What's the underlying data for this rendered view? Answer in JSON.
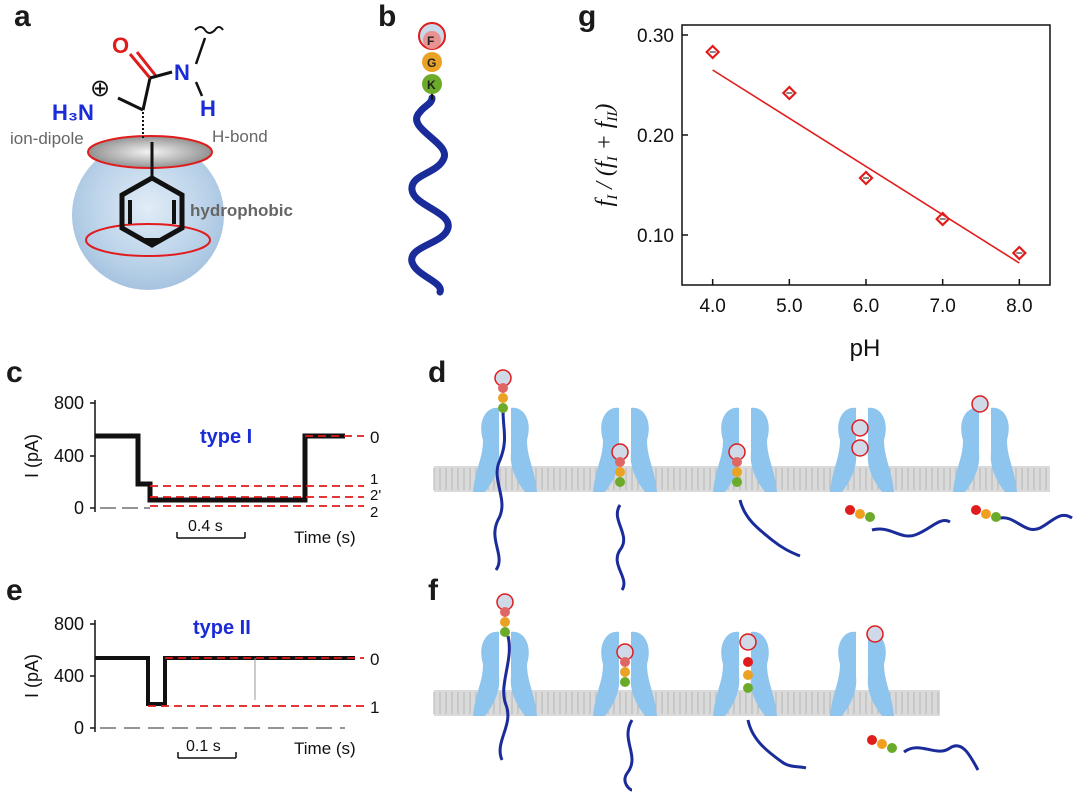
{
  "panels": {
    "a": {
      "letter": "a",
      "labels": {
        "o": "O",
        "n": "N",
        "h": "H",
        "h3n": "H₃N",
        "plus": "⊕",
        "ion_dipole": "ion-dipole",
        "h_bond": "H-bond",
        "hydrophobic": "hydrophobic"
      }
    },
    "b": {
      "letter": "b",
      "beads": [
        "F",
        "G",
        "K"
      ]
    },
    "c": {
      "letter": "c",
      "type_label": "type I",
      "ylabel": "I (pA)",
      "yticks": [
        "800",
        "400",
        "0"
      ],
      "xlabel": "Time (s)",
      "scale_bar": "0.4 s",
      "levels": [
        "0",
        "1",
        "2'",
        "2"
      ]
    },
    "d": {
      "letter": "d"
    },
    "e": {
      "letter": "e",
      "type_label": "type II",
      "ylabel": "I (pA)",
      "yticks": [
        "800",
        "400",
        "0"
      ],
      "xlabel": "Time (s)",
      "scale_bar": "0.1 s",
      "levels": [
        "0",
        "1"
      ]
    },
    "f": {
      "letter": "f"
    },
    "g": {
      "letter": "g"
    }
  },
  "colors": {
    "blue": "#1a2b9a",
    "red": "#e01c1c",
    "pore": "#8ec5ee",
    "membrane": "#c8c8c8"
  },
  "chart_data": {
    "type": "scatter",
    "x": [
      4.0,
      5.0,
      6.0,
      7.0,
      8.0
    ],
    "y": [
      0.283,
      0.242,
      0.157,
      0.116,
      0.082
    ],
    "xticks": [
      "4.0",
      "5.0",
      "6.0",
      "7.0",
      "8.0"
    ],
    "yticks": [
      "0.10",
      "0.20",
      "0.30"
    ],
    "xlim": [
      3.6,
      8.4
    ],
    "ylim": [
      0.05,
      0.31
    ],
    "xlabel": "pH",
    "ylabel": "f_I / (f_I + f_II)",
    "fit_line": {
      "x": [
        4.0,
        8.0
      ],
      "y": [
        0.265,
        0.072
      ]
    }
  }
}
